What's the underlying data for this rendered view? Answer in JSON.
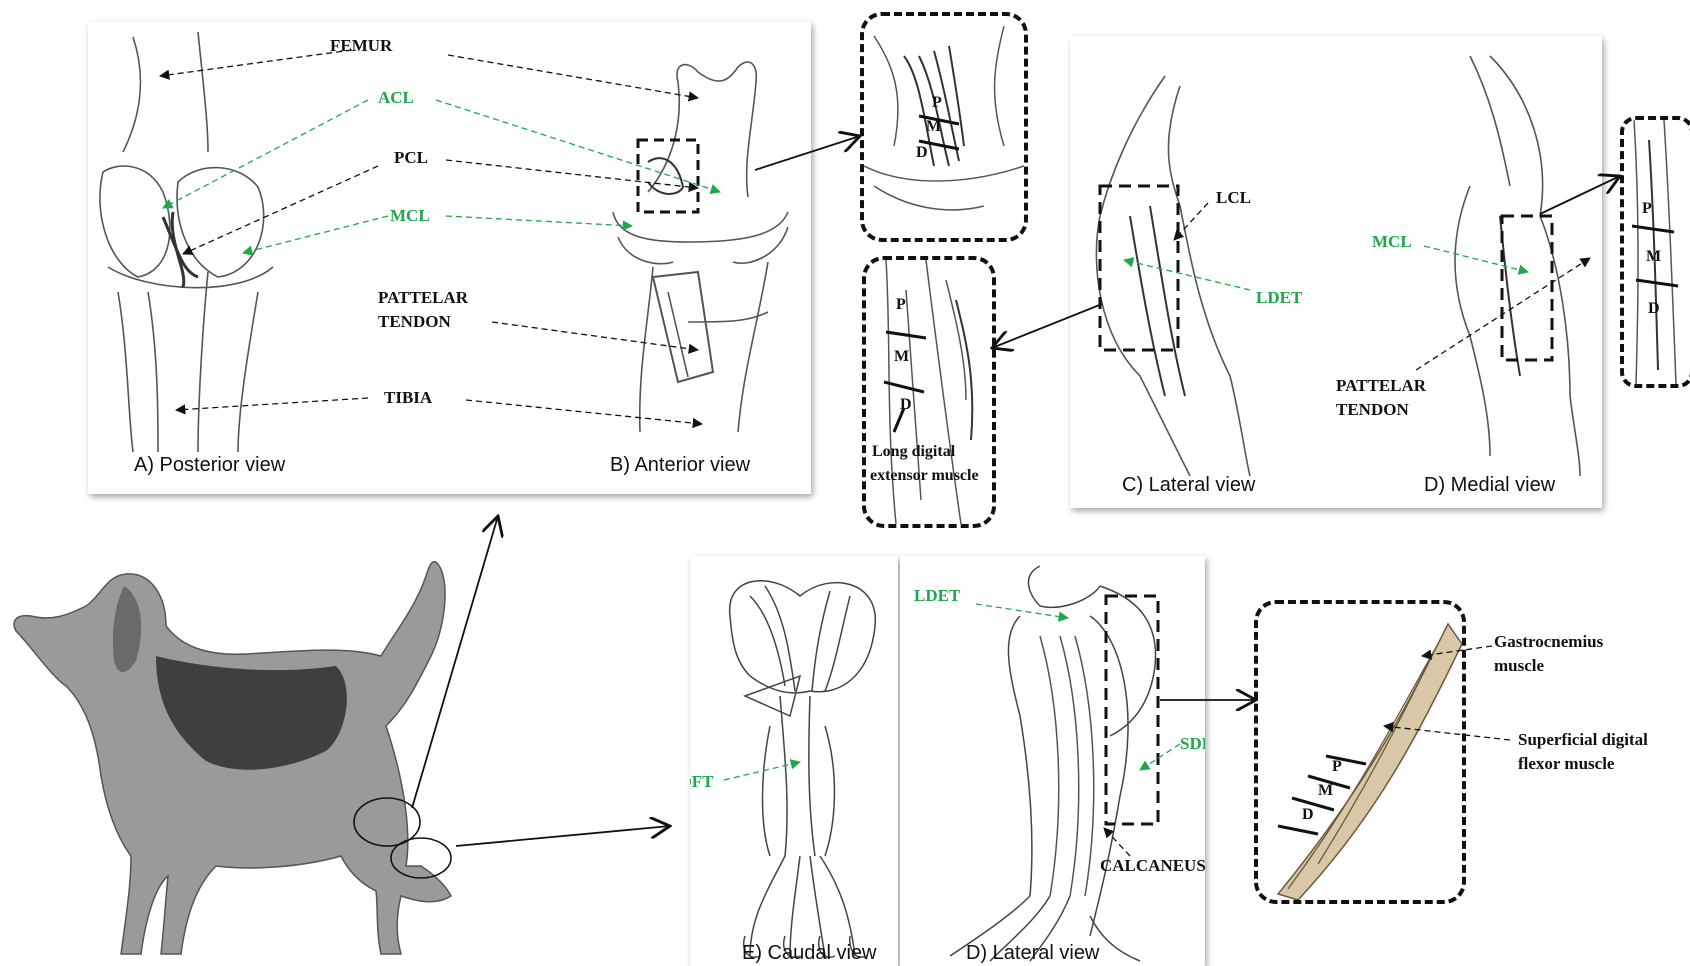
{
  "panel_top_left": {
    "labels": {
      "femur": "FEMUR",
      "acl": "ACL",
      "pcl": "PCL",
      "mcl": "MCL",
      "patellar_tendon_line1": "PATTELAR",
      "patellar_tendon_line2": "TENDON",
      "tibia": "TIBIA"
    },
    "captions": {
      "a": "A)   Posterior view",
      "b": "B) Anterior view"
    }
  },
  "zoom_acl": {
    "p": "P",
    "m": "M",
    "d": "D"
  },
  "zoom_ldet": {
    "p": "P",
    "m": "M",
    "d": "D",
    "label_line1": "Long digital",
    "label_line2": "extensor muscle"
  },
  "panel_top_right": {
    "labels": {
      "lcl": "LCL",
      "ldet": "LDET",
      "mcl": "MCL",
      "patellar_tendon_line1": "PATTELAR",
      "patellar_tendon_line2": "TENDON"
    },
    "captions": {
      "c": "C) Lateral view",
      "d": "D) Medial view"
    }
  },
  "zoom_mcl": {
    "p": "P",
    "m": "M",
    "d": "D"
  },
  "panel_bottom": {
    "labels": {
      "sdft_left": "SDFT",
      "ldet": "LDET",
      "sdft_right": "SDFT",
      "calcaneus": "CALCANEUS"
    },
    "captions": {
      "e": "E) Caudal view",
      "d": "D) Lateral view"
    }
  },
  "zoom_sdft": {
    "p": "P",
    "m": "M",
    "d": "D",
    "gastro_line1": "Gastrocnemius",
    "gastro_line2": "muscle",
    "sdf_line1": "Superficial digital",
    "sdf_line2": "flexor muscle"
  },
  "colors": {
    "label_green": "#1ea84b",
    "label_black": "#111111",
    "sketch": "#555555"
  }
}
